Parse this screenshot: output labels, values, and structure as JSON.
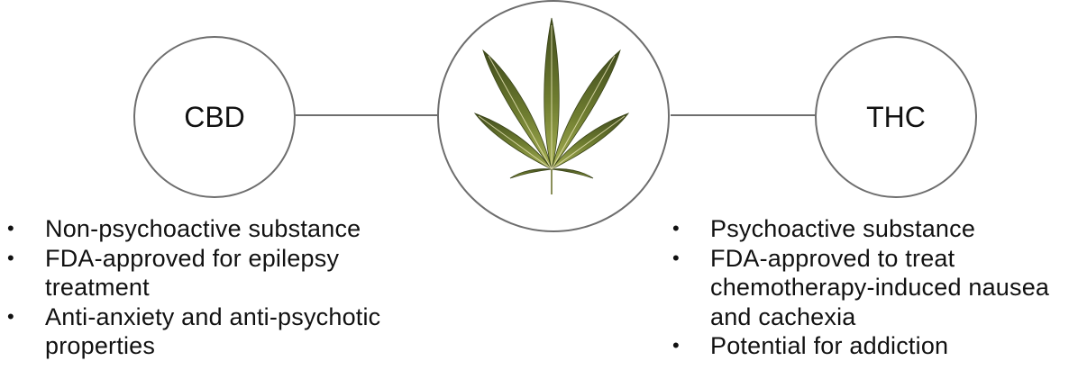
{
  "diagram": {
    "center_icon": "cannabis-leaf-icon",
    "left_node": {
      "label": "CBD",
      "bullets": [
        "Non-psychoactive substance",
        "FDA-approved for epilepsy treatment",
        "Anti-anxiety and anti-psychotic properties"
      ]
    },
    "right_node": {
      "label": "THC",
      "bullets": [
        "Psychoactive substance",
        "FDA-approved to treat chemotherapy-induced nausea and cachexia",
        "Potential for addiction"
      ]
    },
    "colors": {
      "outline": "#6e6e6e",
      "leaf_dark": "#4c5a22",
      "leaf_light": "#9aa84a",
      "leaf_vein": "#e8e6b8"
    }
  }
}
